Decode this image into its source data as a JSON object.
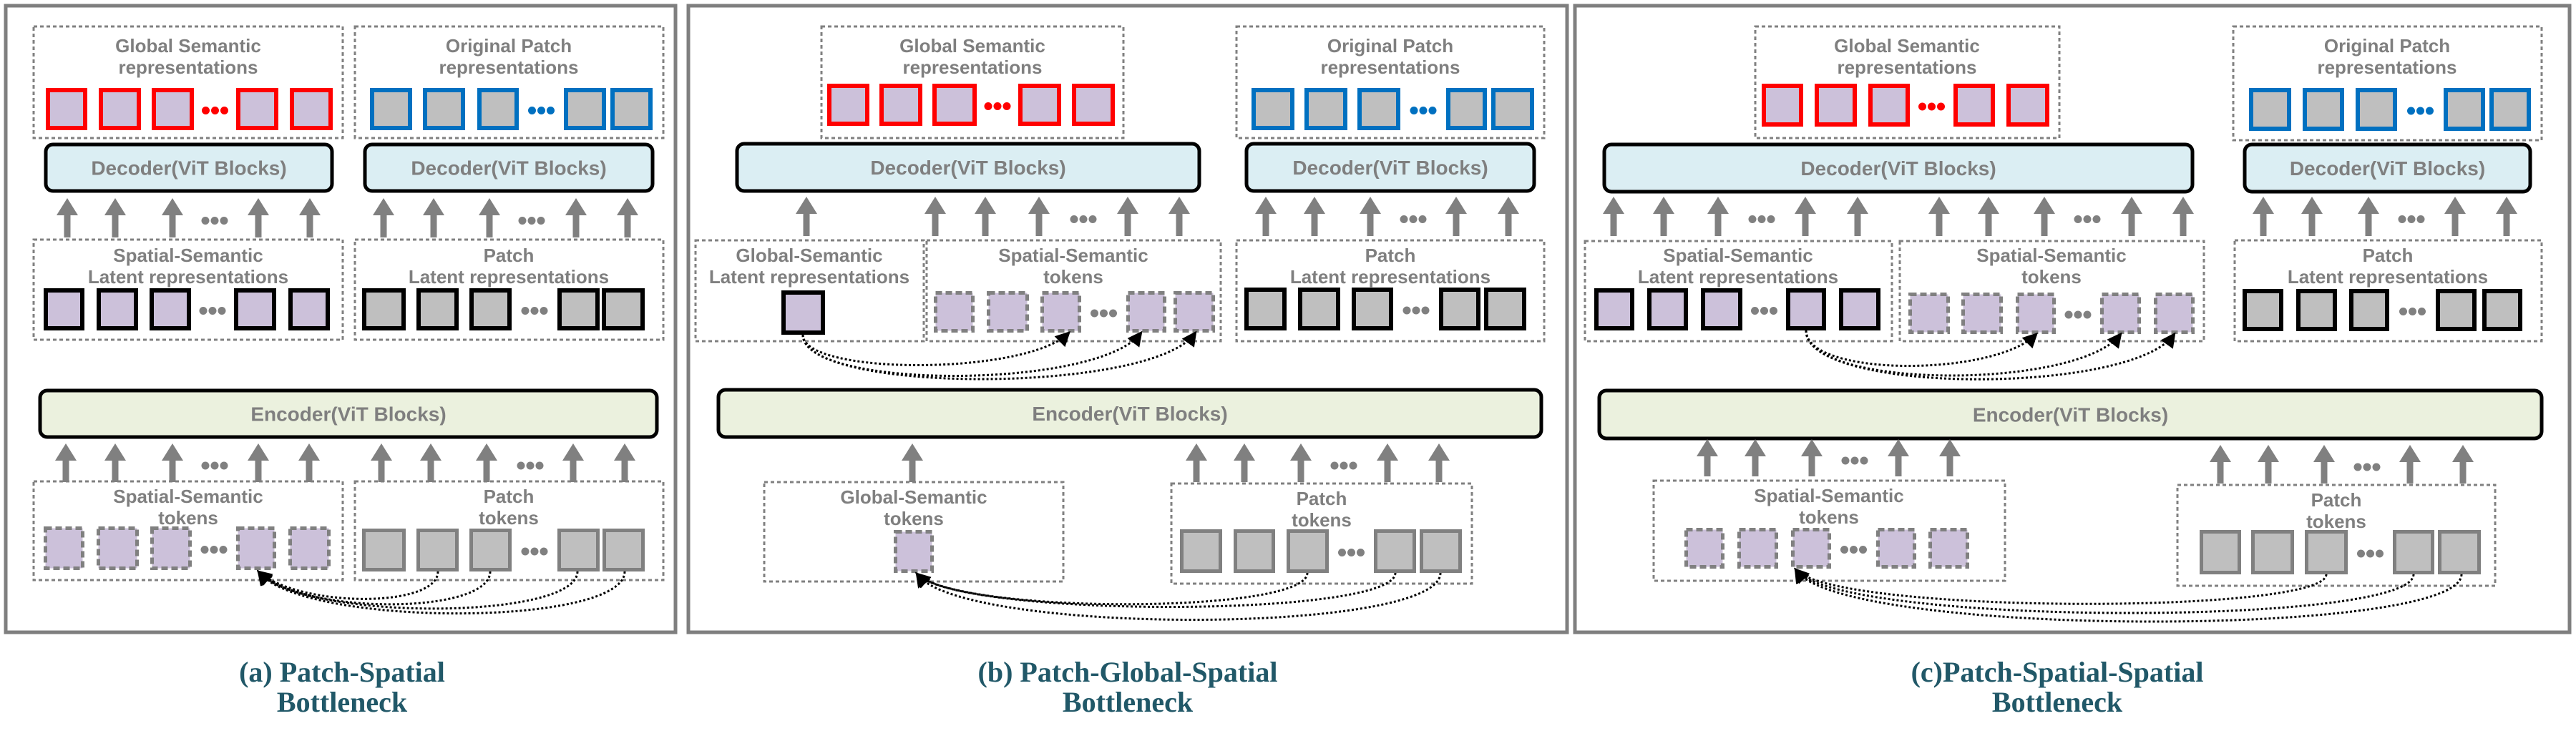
{
  "colors": {
    "panel_border": "#7f7f7f",
    "group_border": "#808080",
    "label_text": "#7f7f7f",
    "caption_text": "#215868",
    "semantic_fill": "#ccc1da",
    "patch_fill": "#bfbfbf",
    "recon_semantic_border": "#ff0000",
    "recon_patch_border": "#0070c0",
    "latent_border": "#000000",
    "token_border": "#808080",
    "decoder_fill": "#dbeef3",
    "encoder_fill": "#ebf1de",
    "arrow": "#808080",
    "link": "#000000"
  },
  "panels": [
    {
      "id": "a",
      "caption": [
        "(a) Patch-Spatial",
        "Bottleneck"
      ],
      "outputs": [
        {
          "label": [
            "Global Semantic",
            "representations"
          ],
          "kind": "semantic"
        },
        {
          "label": [
            "Original Patch",
            "representations"
          ],
          "kind": "patch"
        }
      ],
      "decoders": [
        "Decoder(ViT Blocks)",
        "Decoder(ViT Blocks)"
      ],
      "latents": [
        {
          "label": [
            "Spatial-Semantic",
            "Latent representations"
          ],
          "kind": "semantic"
        },
        {
          "label": [
            "Patch",
            "Latent representations"
          ],
          "kind": "patch"
        }
      ],
      "encoder": "Encoder(ViT Blocks)",
      "inputs": [
        {
          "label": [
            "Spatial-Semantic",
            "tokens"
          ],
          "kind": "semantic-token"
        },
        {
          "label": [
            "Patch",
            "tokens"
          ],
          "kind": "patch-token"
        }
      ],
      "ellipsis": "•••"
    },
    {
      "id": "b",
      "caption": [
        "(b) Patch-Global-Spatial",
        "Bottleneck"
      ],
      "outputs": [
        {
          "label": [
            "Global Semantic",
            "representations"
          ],
          "kind": "semantic"
        },
        {
          "label": [
            "Original Patch",
            "representations"
          ],
          "kind": "patch"
        }
      ],
      "decoders": [
        "Decoder(ViT Blocks)",
        "Decoder(ViT Blocks)"
      ],
      "latents": [
        {
          "label": [
            "Global-Semantic",
            "Latent representations"
          ],
          "kind": "semantic-single"
        },
        {
          "label": [
            "Spatial-Semantic",
            "tokens"
          ],
          "kind": "semantic-token"
        },
        {
          "label": [
            "Patch",
            "Latent representations"
          ],
          "kind": "patch"
        }
      ],
      "encoder": "Encoder(ViT Blocks)",
      "inputs": [
        {
          "label": [
            "Global-Semantic",
            "tokens"
          ],
          "kind": "semantic-token-single"
        },
        {
          "label": [
            "Patch",
            "tokens"
          ],
          "kind": "patch-token"
        }
      ],
      "ellipsis": "•••"
    },
    {
      "id": "c",
      "caption": [
        "(c)Patch-Spatial-Spatial",
        "Bottleneck"
      ],
      "outputs": [
        {
          "label": [
            "Global Semantic",
            "representations"
          ],
          "kind": "semantic"
        },
        {
          "label": [
            "Original Patch",
            "representations"
          ],
          "kind": "patch"
        }
      ],
      "decoders": [
        "Decoder(ViT Blocks)",
        "Decoder(ViT Blocks)"
      ],
      "latents": [
        {
          "label": [
            "Spatial-Semantic",
            "Latent representations"
          ],
          "kind": "semantic"
        },
        {
          "label": [
            "Spatial-Semantic",
            "tokens"
          ],
          "kind": "semantic-token"
        },
        {
          "label": [
            "Patch",
            "Latent representations"
          ],
          "kind": "patch"
        }
      ],
      "encoder": "Encoder(ViT Blocks)",
      "inputs": [
        {
          "label": [
            "Spatial-Semantic",
            "tokens"
          ],
          "kind": "semantic-token"
        },
        {
          "label": [
            "Patch",
            "tokens"
          ],
          "kind": "patch-token"
        }
      ],
      "ellipsis": "•••"
    }
  ]
}
